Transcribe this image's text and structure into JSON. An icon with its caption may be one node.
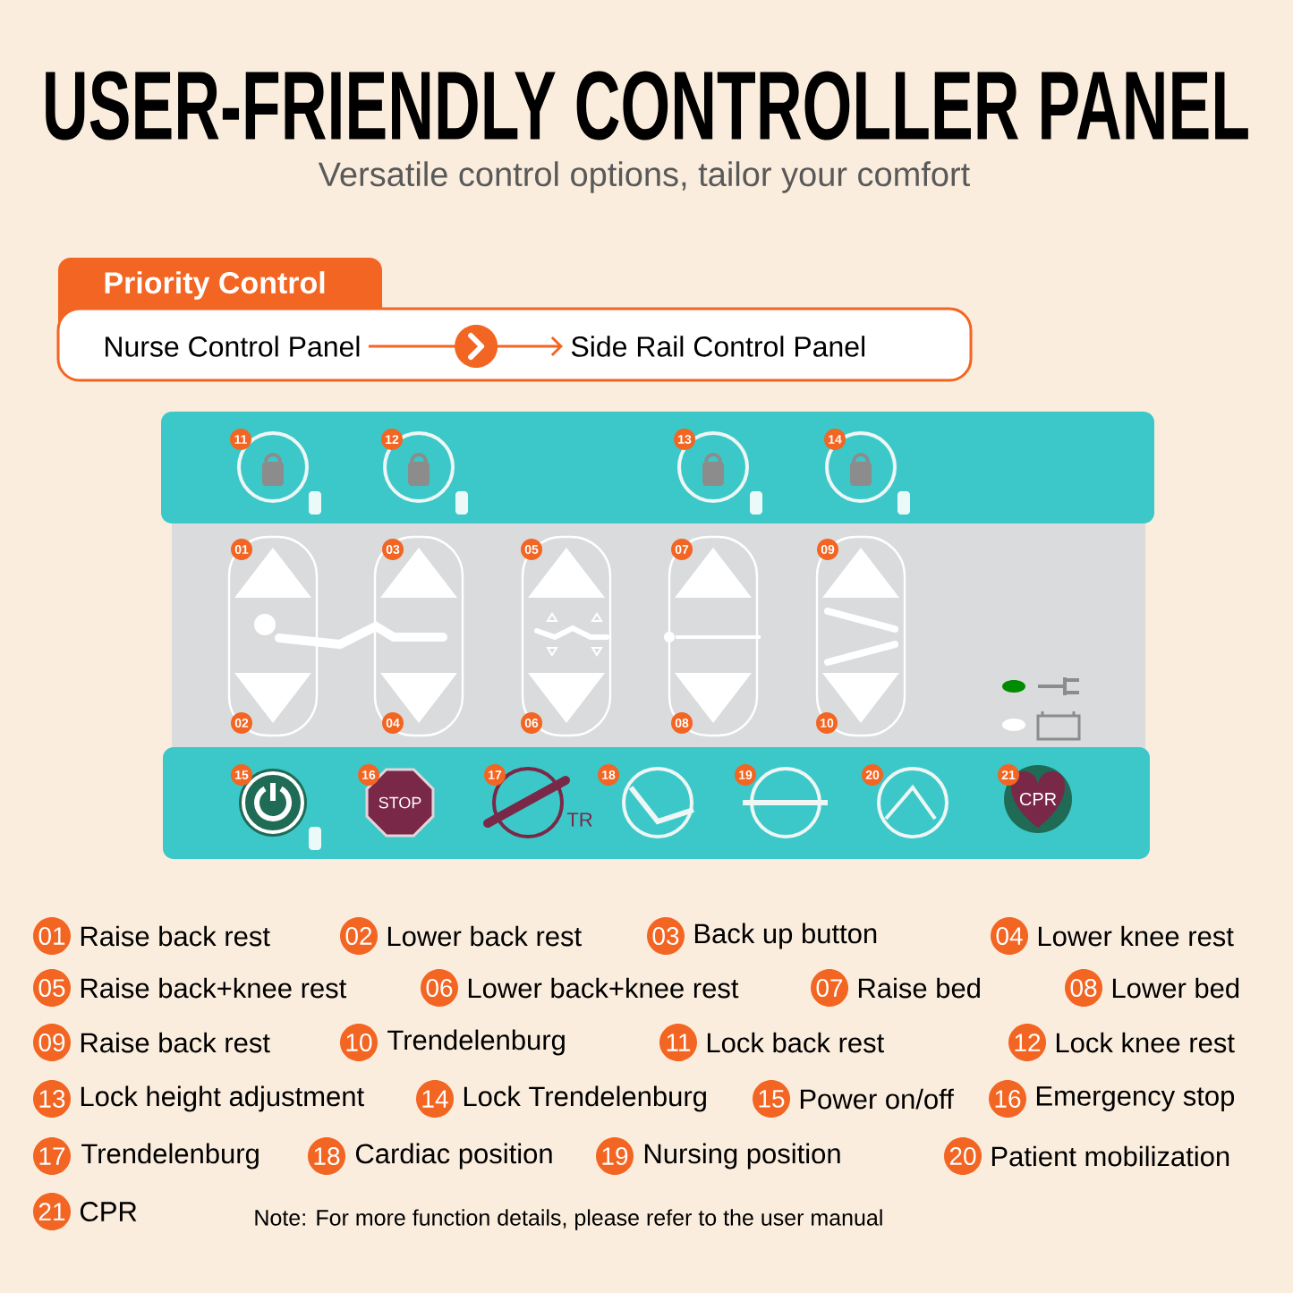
{
  "diagram": {
    "title": "USER-FRIENDLY CONTROLLER PANEL",
    "caption": "Versatile control options, tailor your comfort",
    "nodes": [
      {
        "text": [
          "Priority Control"
        ]
      },
      {
        "text": [
          "Nurse Control Panel"
        ],
        "in": 0
      },
      {
        "text": [
          "Side Rail Control Panel"
        ],
        "in": 0
      }
    ],
    "edges": [
      {
        "from": 1,
        "to": 2,
        "arrow": "to"
      }
    ],
    "labels": [
      "11",
      "12",
      "13",
      "14",
      "01",
      "03",
      "05",
      "07",
      "09",
      "02",
      "04",
      "06",
      "08",
      "10",
      "15",
      "16",
      "17",
      "18",
      "19",
      "20",
      "21",
      "STOP",
      "TR",
      "CPR",
      "01",
      "Raise back rest",
      "02",
      "Lower back rest",
      "03",
      "Back up button",
      "04",
      "Lower knee rest",
      "05",
      "Raise back+knee rest",
      "06",
      "Lower back+knee rest",
      "07",
      "Raise bed",
      "08",
      "Lower bed",
      "09",
      "Raise back rest",
      "10",
      "Trendelenburg",
      "11",
      "Lock back rest",
      "12",
      "Lock knee rest",
      "13",
      "Lock height adjustment",
      "14",
      "Lock Trendelenburg",
      "15",
      "Power on/off",
      "16",
      "Emergency stop",
      "17",
      "Trendelenburg",
      "18",
      "Cardiac position",
      "19",
      "Nursing position",
      "20",
      "Patient mobilization",
      "21",
      "CPR",
      "Note: For more function details, please refer to the user manual"
    ]
  }
}
